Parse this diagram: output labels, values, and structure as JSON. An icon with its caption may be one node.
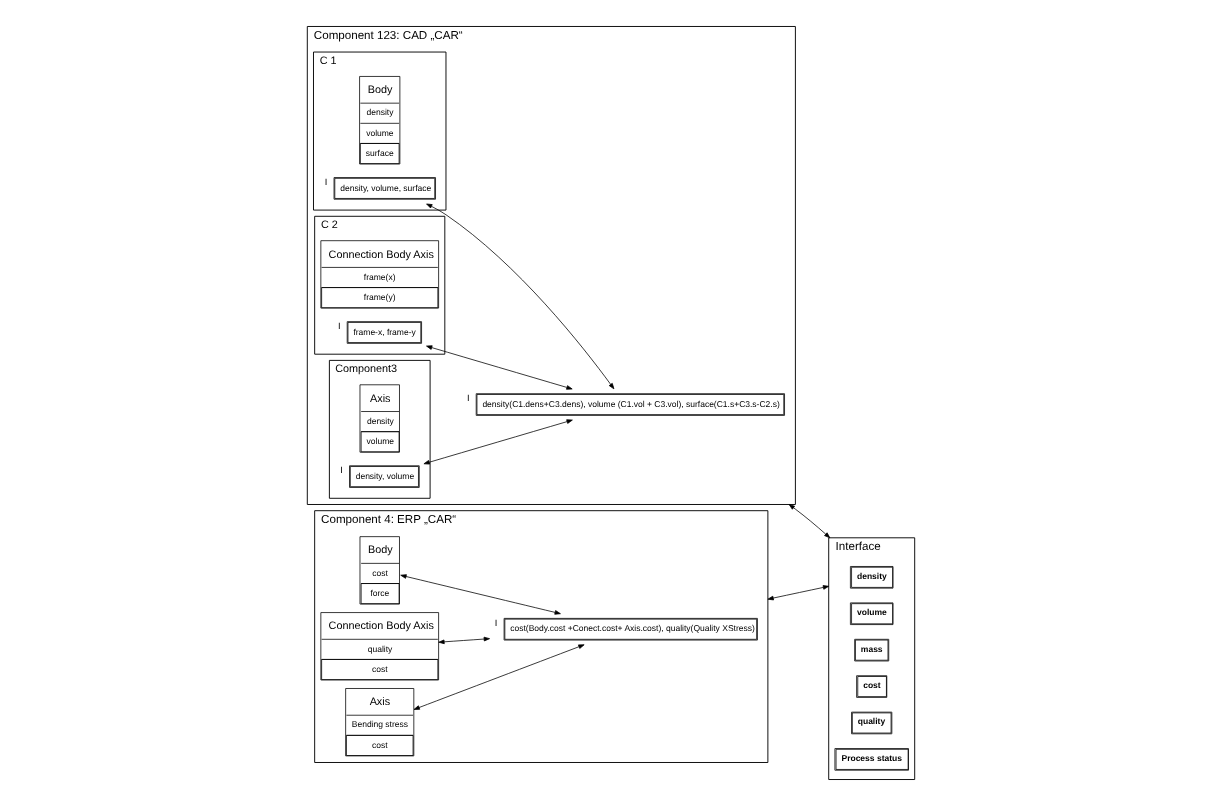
{
  "diagram": {
    "nodes": [
      {
        "text": [
          "Component 123: CAD „CAR“"
        ]
      },
      {
        "text": [
          "C 1"
        ],
        "in": 0
      },
      {
        "text": [
          "Body",
          "density",
          "volume",
          "surface"
        ],
        "in": 1
      },
      {
        "text": [
          "density, volume, surface"
        ],
        "beside": [
          "I"
        ],
        "in": 1
      },
      {
        "text": [
          "C 2"
        ],
        "in": 0
      },
      {
        "text": [
          "Connection Body Axis",
          "frame(x)",
          "frame(y)"
        ],
        "in": 4
      },
      {
        "text": [
          "frame-x, frame-y"
        ],
        "beside": [
          "I"
        ],
        "in": 4
      },
      {
        "text": [
          "Component3"
        ],
        "in": 0
      },
      {
        "text": [
          "Axis",
          "density",
          "volume"
        ],
        "in": 7
      },
      {
        "text": [
          "density, volume"
        ],
        "beside": [
          "I"
        ],
        "in": 7
      },
      {
        "text": [
          "density(C1.dens+C3.dens), volume (C1.vol + C3.vol), surface(C1.s+C3.s-C2.s)"
        ],
        "beside": [
          "I"
        ],
        "in": 0
      },
      {
        "text": [
          "Component 4: ERP „CAR“"
        ]
      },
      {
        "text": [
          "Body",
          "cost",
          "force"
        ],
        "in": 11
      },
      {
        "text": [
          "Connection Body Axis",
          "quality",
          "cost"
        ],
        "in": 11
      },
      {
        "text": [
          "Axis",
          "Bending stress",
          "cost"
        ],
        "in": 11
      },
      {
        "text": [
          "cost(Body.cost +Conect.cost+ Axis.cost), quality(Quality XStress)"
        ],
        "beside": [
          "I"
        ],
        "in": 11
      },
      {
        "text": [
          "Interface"
        ]
      },
      {
        "text": [
          "density"
        ],
        "in": 16
      },
      {
        "text": [
          "volume"
        ],
        "in": 16
      },
      {
        "text": [
          "mass"
        ],
        "in": 16
      },
      {
        "text": [
          "cost"
        ],
        "in": 16
      },
      {
        "text": [
          "quality"
        ],
        "in": 16
      },
      {
        "text": [
          "Process status"
        ],
        "in": 16
      }
    ],
    "edges": [
      {
        "from": 9,
        "to": 10,
        "arrow": "both"
      },
      {
        "from": 6,
        "to": 10,
        "arrow": "both"
      },
      {
        "from": 3,
        "to": 10,
        "arrow": "both"
      },
      {
        "from": 12,
        "to": 15,
        "arrow": "both"
      },
      {
        "from": 13,
        "to": 15,
        "arrow": "both"
      },
      {
        "from": 14,
        "to": 15,
        "arrow": "both"
      },
      {
        "from": 0,
        "to": 16,
        "arrow": "both"
      },
      {
        "from": 11,
        "to": 16,
        "arrow": "both"
      }
    ]
  }
}
